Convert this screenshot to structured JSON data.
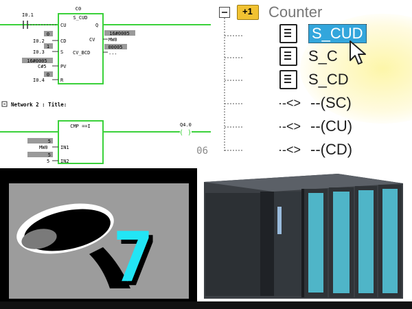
{
  "ladder": {
    "network1": {
      "counter_name": "C0",
      "block_type": "S_CUD",
      "inputs": [
        {
          "pin": "CU",
          "addr": "I0.1",
          "value": ""
        },
        {
          "pin": "CD",
          "addr": "I0.2",
          "value": "0"
        },
        {
          "pin": "S",
          "addr": "I0.3",
          "value": "1"
        },
        {
          "pin": "PV",
          "addr": "C#5",
          "value": "16#0005"
        },
        {
          "pin": "R",
          "addr": "I0.4",
          "value": "0"
        }
      ],
      "outputs": [
        {
          "pin": "Q",
          "addr": "",
          "value": "16#0005"
        },
        {
          "pin": "CV",
          "addr": "MW0",
          "value": ""
        },
        {
          "pin": "CV_BCD",
          "addr": "...",
          "value": "00005"
        }
      ]
    },
    "network2": {
      "title": "Network 2 : Title:",
      "block_type": "CMP ==I",
      "inputs": [
        {
          "pin": "IN1",
          "addr": "MW0",
          "value": "5"
        },
        {
          "pin": "IN2",
          "addr": "5",
          "value": "5"
        }
      ],
      "coil_addr": "Q4.0",
      "overlay_text": "06"
    }
  },
  "tree": {
    "folder_badge": "+1",
    "folder_label": "Counter",
    "items": [
      {
        "label": "S_CUD",
        "type": "box",
        "selected": true
      },
      {
        "label": "S_C",
        "type": "box",
        "selected": false
      },
      {
        "label": "S_CD",
        "type": "box",
        "selected": false
      },
      {
        "label": "--(SC)",
        "type": "coil",
        "selected": false
      },
      {
        "label": "--(CU)",
        "type": "coil",
        "selected": false
      },
      {
        "label": "--(CD)",
        "type": "coil",
        "selected": false
      }
    ]
  },
  "logo": {
    "digit": "7",
    "accent": "#22e5f5"
  },
  "colors": {
    "wire": "#3ad13a",
    "selection": "#33a6dc",
    "value_bg": "#9a9a9a"
  }
}
